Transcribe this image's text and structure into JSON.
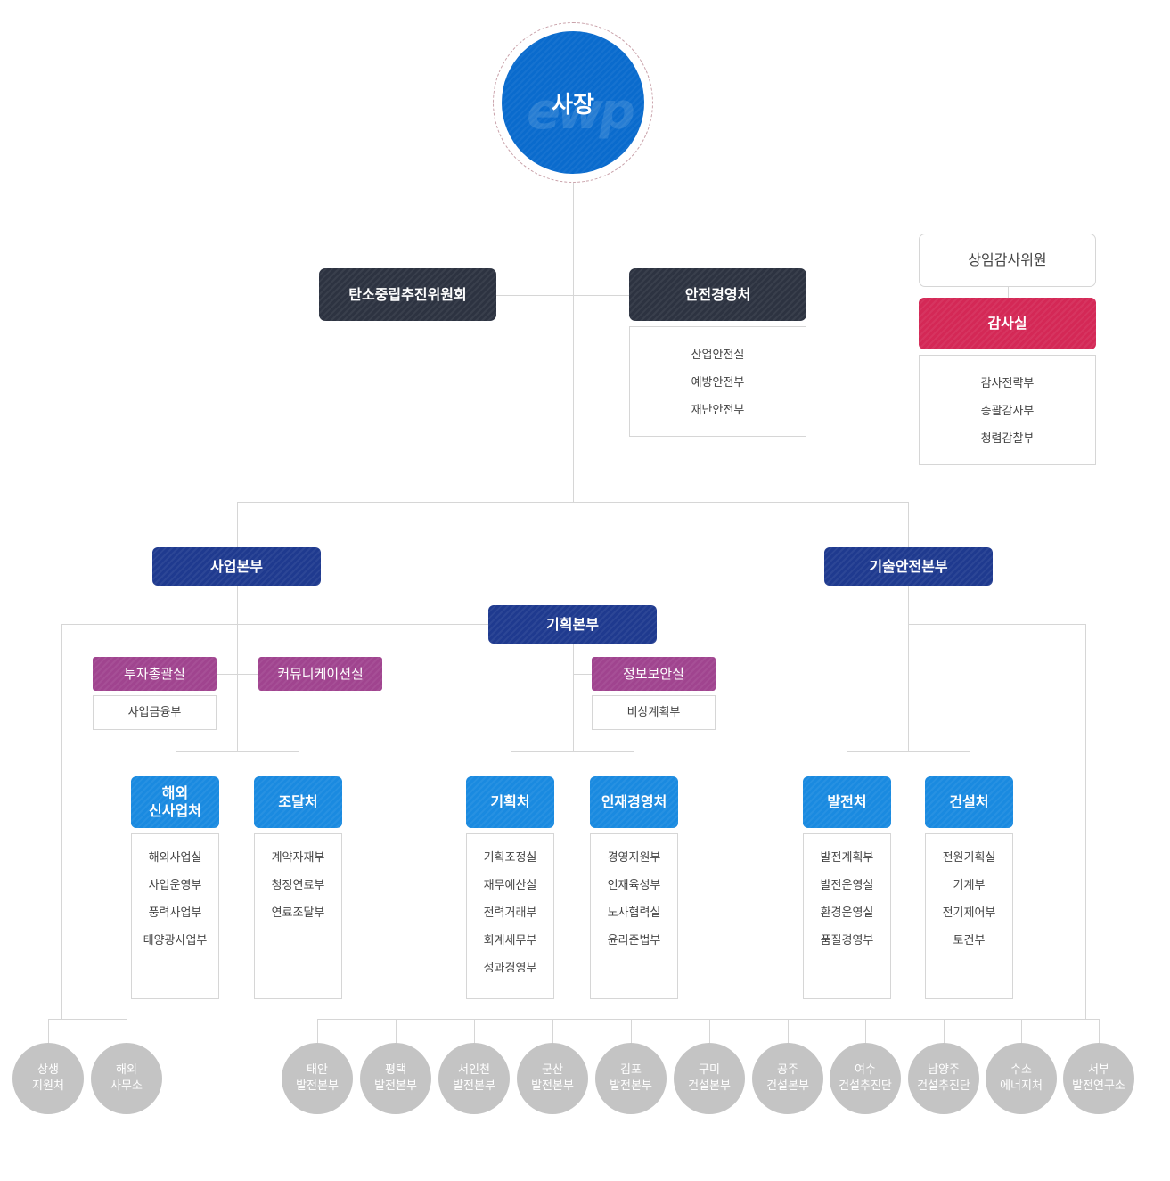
{
  "ceo": {
    "label": "사장"
  },
  "committee": "탄소중립추진위원회",
  "safety": {
    "title": "안전경영처",
    "items": [
      "산업안전실",
      "예방안전부",
      "재난안전부"
    ]
  },
  "audit": {
    "commissioner": "상임감사위원",
    "office": "감사실",
    "items": [
      "감사전략부",
      "총괄감사부",
      "청렴감찰부"
    ]
  },
  "divisions": {
    "business": "사업본부",
    "tech_safety": "기술안전본부",
    "planning": "기획본부"
  },
  "staff_offices": {
    "investment": {
      "title": "투자총괄실",
      "items": [
        "사업금융부"
      ]
    },
    "communication": {
      "title": "커뮤니케이션실"
    },
    "infosec": {
      "title": "정보보안실",
      "items": [
        "비상계획부"
      ]
    }
  },
  "departments": [
    {
      "title": [
        "해외",
        "신사업처"
      ],
      "items": [
        "해외사업실",
        "사업운영부",
        "풍력사업부",
        "태양광사업부"
      ]
    },
    {
      "title": [
        "조달처"
      ],
      "items": [
        "계약자재부",
        "청정연료부",
        "연료조달부"
      ]
    },
    {
      "title": [
        "기획처"
      ],
      "items": [
        "기획조정실",
        "재무예산실",
        "전력거래부",
        "회계세무부",
        "성과경영부"
      ]
    },
    {
      "title": [
        "인재경영처"
      ],
      "items": [
        "경영지원부",
        "인재육성부",
        "노사협력실",
        "윤리준법부"
      ]
    },
    {
      "title": [
        "발전처"
      ],
      "items": [
        "발전계획부",
        "발전운영실",
        "환경운영실",
        "품질경영부"
      ]
    },
    {
      "title": [
        "건설처"
      ],
      "items": [
        "전원기획실",
        "기계부",
        "전기제어부",
        "토건부"
      ]
    }
  ],
  "sites_left": [
    [
      "상생",
      "지원처"
    ],
    [
      "해외",
      "사무소"
    ]
  ],
  "sites_right": [
    [
      "태안",
      "발전본부"
    ],
    [
      "평택",
      "발전본부"
    ],
    [
      "서인천",
      "발전본부"
    ],
    [
      "군산",
      "발전본부"
    ],
    [
      "김포",
      "발전본부"
    ],
    [
      "구미",
      "건설본부"
    ],
    [
      "공주",
      "건설본부"
    ],
    [
      "여수",
      "건설추진단"
    ],
    [
      "남양주",
      "건설추진단"
    ],
    [
      "수소",
      "에너지처"
    ],
    [
      "서부",
      "발전연구소"
    ]
  ]
}
